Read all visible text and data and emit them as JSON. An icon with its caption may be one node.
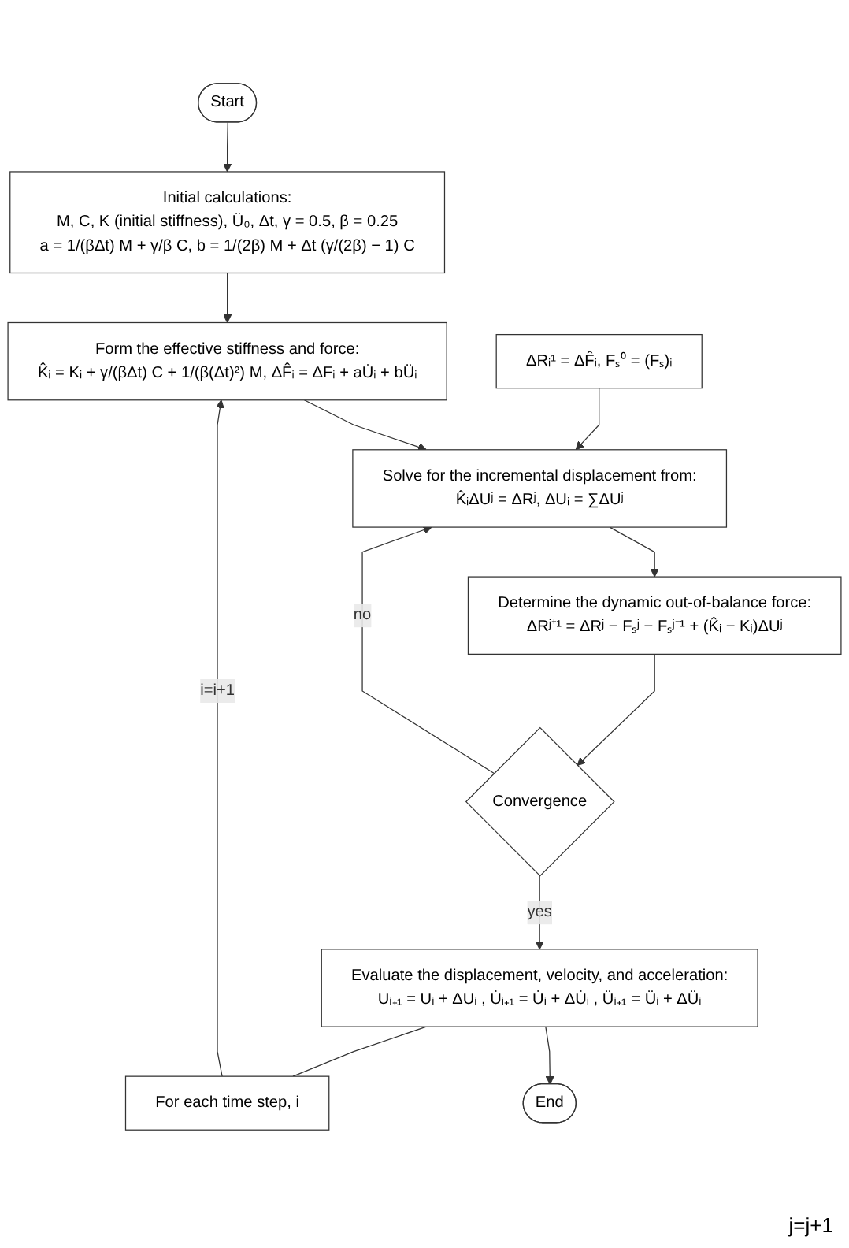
{
  "diagram": {
    "nodes": [
      {
        "text": [
          "Start"
        ]
      },
      {
        "text": [
          "Initial calculations:",
          "M, C, K (initial stiffness), Ü₀, Δt, γ = 0.5, β = 0.25",
          "a = 1/(βΔt) M + γ/β C,   b = 1/(2β) M + Δt (γ/(2β) − 1) C"
        ]
      },
      {
        "text": [
          "Form the effective stiffness and force:",
          "K̂ᵢ = Kᵢ + γ/(βΔt) C + 1/(β(Δt)²) M,   ΔF̂ᵢ = ΔFᵢ + aU̇ᵢ + bÜᵢ"
        ]
      },
      {
        "text": [
          "ΔRᵢ¹ = ΔF̂ᵢ,  Fₛ⁰ = (Fₛ)ᵢ"
        ]
      },
      {
        "text": [
          "Solve for the incremental displacement from:",
          "K̂ᵢΔUʲ = ΔRʲ,   ΔUᵢ = ∑ΔUʲ"
        ]
      },
      {
        "text": [
          "Determine the dynamic out-of-balance force:",
          "ΔRʲ⁺¹ = ΔRʲ − Fₛʲ − Fₛʲ⁻¹ + (K̂ᵢ − Kᵢ)ΔUʲ"
        ]
      },
      {
        "text": [
          "Convergence"
        ]
      },
      {
        "text": [
          "Evaluate the displacement, velocity, and acceleration:",
          "Uᵢ₊₁ = Uᵢ + ΔUᵢ , U̇ᵢ₊₁ = U̇ᵢ + ΔU̇ᵢ , Üᵢ₊₁ = Üᵢ + ΔÜᵢ"
        ]
      },
      {
        "text": [
          "For each time step, i"
        ]
      },
      {
        "text": [
          "End"
        ]
      }
    ],
    "edges": [
      {
        "from": 0,
        "to": 1,
        "arrow": "to"
      },
      {
        "from": 1,
        "to": 2,
        "arrow": "to"
      },
      {
        "from": 2,
        "to": 4,
        "arrow": "to"
      },
      {
        "from": 3,
        "to": 4,
        "arrow": "to"
      },
      {
        "from": 4,
        "to": 5,
        "arrow": "to"
      },
      {
        "from": 5,
        "to": 6,
        "arrow": "to"
      },
      {
        "from": 6,
        "to": 4,
        "arrow": "to",
        "label": "no"
      },
      {
        "from": 6,
        "to": 7,
        "arrow": "to",
        "label": "yes"
      },
      {
        "from": 7,
        "to": 9,
        "arrow": "to"
      },
      {
        "from": 7,
        "to": 8,
        "arrow": "none"
      },
      {
        "from": 8,
        "to": 2,
        "arrow": "to",
        "label": "i=i+1"
      }
    ],
    "labels": [
      "j=j+1"
    ]
  }
}
